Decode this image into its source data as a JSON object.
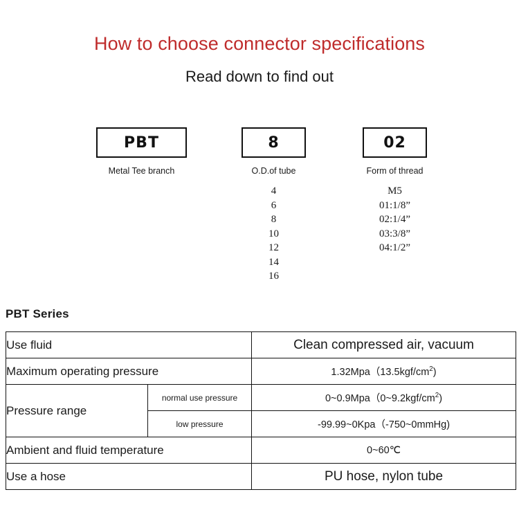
{
  "header": {
    "title": "How to choose connector specifications",
    "subtitle": "Read down to find out",
    "title_color": "#bf2c2c"
  },
  "code_groups": [
    {
      "code": "PBT",
      "caption": "Metal Tee branch",
      "options": []
    },
    {
      "code": "8",
      "caption": "O.D.of tube",
      "options": [
        "4",
        "6",
        "8",
        "10",
        "12",
        "14",
        "16"
      ]
    },
    {
      "code": "02",
      "caption": "Form of thread",
      "options": [
        "M5",
        "01:1/8”",
        "02:1/4”",
        "03:3/8”",
        "04:1/2”"
      ]
    }
  ],
  "spec": {
    "series_label": "PBT Series",
    "shade_color": "#f5ece1",
    "rows": [
      {
        "label": "Use fluid",
        "value": "Clean compressed air, vacuum"
      },
      {
        "label": "Maximum operating pressure",
        "value_prefix": "1.32Mpa（13.5kgf/cm",
        "value_sup": "2",
        "value_suffix": ")"
      },
      {
        "label": "Pressure range",
        "sub": [
          {
            "sublabel": "normal use pressure",
            "value_prefix": "0~0.9Mpa（0~9.2kgf/cm",
            "value_sup": "2",
            "value_suffix": ")"
          },
          {
            "sublabel": "low pressure",
            "value": "-99.99~0Kpa（-750~0mmHg)"
          }
        ]
      },
      {
        "label": "Ambient and fluid temperature",
        "value": "0~60℃"
      },
      {
        "label": "Use a hose",
        "value": "PU hose, nylon tube"
      }
    ]
  }
}
